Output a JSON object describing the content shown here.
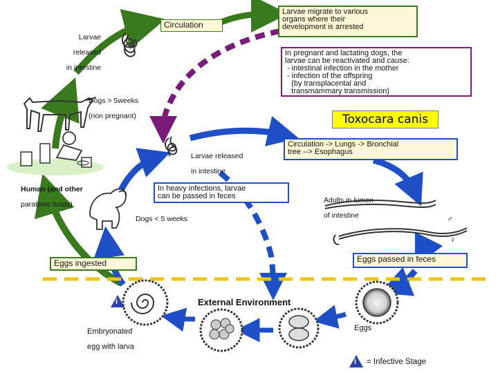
{
  "title": "Toxocara canis",
  "colors": {
    "green_arrow": "#3a7a1e",
    "purple_dash": "#7a1a7a",
    "blue_arrow": "#1f4fc7",
    "yellow_dash": "#f2c400",
    "title_bg": "#ffff00",
    "box_fill": "#fff7d6"
  },
  "boxes": {
    "circulation": "Circulation",
    "larvae_migrate": [
      "Larvae migrate to various",
      "organs where their",
      "development is arrested"
    ],
    "pregnant": [
      "In pregnant and lactating dogs, the",
      "larvae can be reactivated and cause:",
      " - intestinal infection in the mother",
      " - infection of the offspring",
      "   (by transplacental and",
      "   transmammary transmission)"
    ],
    "circulation_lungs": [
      "Circulation -> Lungs -> Bronchial",
      "tree --> Esophagus"
    ],
    "heavy_infections": [
      "In heavy infections, larvae",
      "can be passed in feces"
    ],
    "eggs_ingested": "Eggs ingested",
    "eggs_passed": "Eggs passed in feces"
  },
  "labels": {
    "larvae_released_top": [
      "Larvae",
      "released",
      "in intestine"
    ],
    "dogs_over_5": [
      "Dogs > 5weeks",
      "(non pregnant)"
    ],
    "human": [
      "Human (and other",
      "paratenic hosts)"
    ],
    "larvae_released_mid": [
      "Larvae released",
      "in intestine"
    ],
    "dogs_under_5": "Dogs < 5 weeks",
    "adults": [
      "Adults in lumen",
      "of intestine"
    ],
    "external_environment": "External Environment",
    "embryonated": [
      "Embryonated",
      "egg with larva"
    ],
    "eggs": "Eggs",
    "infective_stage": "= Infective Stage",
    "infective_marker": "i",
    "male_symbol": "♂",
    "female_symbol": "♀"
  }
}
